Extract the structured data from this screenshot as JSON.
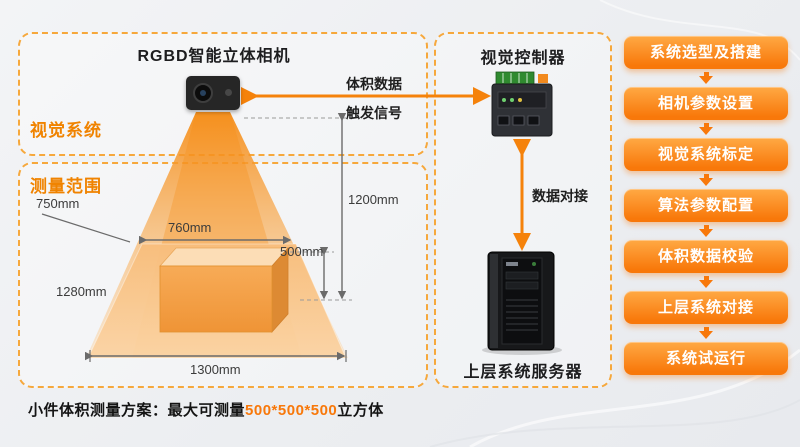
{
  "colors": {
    "accent": "#F8780A",
    "dashed_border": "#F6A83C",
    "panel_label": "#F08300",
    "light_cone": "#F58A11",
    "text_dark": "#1d1d1f"
  },
  "vision_panel": {
    "label": "视觉系统",
    "camera_title": "RGBD智能立体相机"
  },
  "measure_panel": {
    "label": "测量范围",
    "dims": {
      "top_depth": "750mm",
      "platform_width": "760mm",
      "camera_height": "1200mm",
      "box_height": "500mm",
      "left_edge": "1280mm",
      "base_width": "1300mm"
    }
  },
  "devices_panel": {
    "controller_title": "视觉控制器",
    "server_title": "上层系统服务器"
  },
  "connections": {
    "volume_data": "体积数据",
    "trigger_signal": "触发信号",
    "data_link": "数据对接"
  },
  "flow_steps": [
    "系统选型及搭建",
    "相机参数设置",
    "视觉系统标定",
    "算法参数配置",
    "体积数据校验",
    "上层系统对接",
    "系统试运行"
  ],
  "footer": {
    "prefix": "小件体积测量方案：最大可测量",
    "highlight": "500*500*500",
    "suffix": "立方体"
  }
}
